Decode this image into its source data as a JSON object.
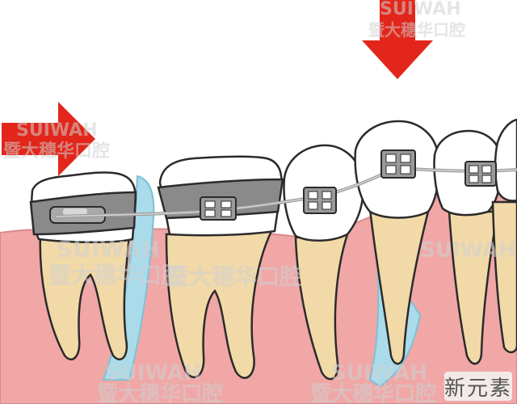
{
  "illustration": {
    "background_color": "#ffffff",
    "colors": {
      "gum": "#f0a7a6",
      "gum_line": "#d9898a",
      "tooth_crown": "#ffffff",
      "tooth_root": "#f2d9a8",
      "outline": "#2b2b2b",
      "band_metal": "#8a8a8a",
      "bracket": "#9a9a9a",
      "wire": "#b5b5b5",
      "bone_loss_blue": "#a9dbea",
      "arrow_red": "#e3261b"
    },
    "icons": [
      "arrow-right-icon",
      "arrow-down-icon",
      "orthodontic-bracket-icon",
      "molar-band-icon"
    ]
  },
  "watermark": {
    "latin": "SUIWAH",
    "chinese": "暨大穗华口腔"
  },
  "corner_badge": {
    "text": "新元素"
  }
}
